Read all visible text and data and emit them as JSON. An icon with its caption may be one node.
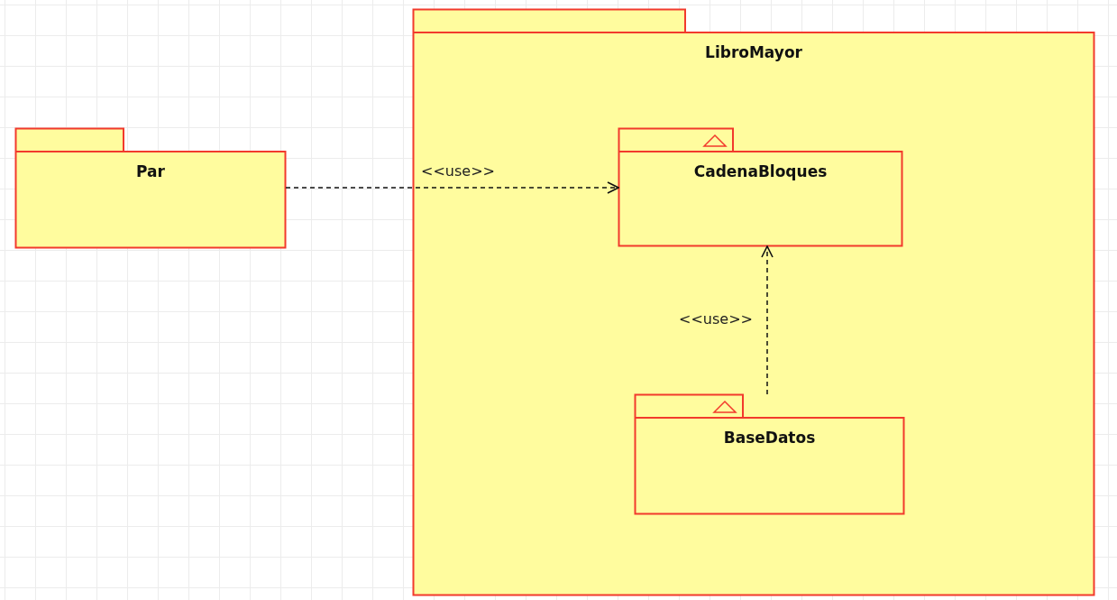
{
  "diagram": {
    "nodes": [
      {
        "text": [
          "Par"
        ]
      },
      {
        "text": [
          "LibroMayor"
        ]
      },
      {
        "text": [
          "CadenaBloques"
        ],
        "in": 1
      },
      {
        "text": [
          "BaseDatos"
        ],
        "in": 1
      }
    ],
    "edges": [
      {
        "from": 0,
        "to": 2,
        "arrow": "to",
        "label": "<<use>>",
        "style": "dashed"
      },
      {
        "from": 3,
        "to": 2,
        "arrow": "to",
        "label": "<<use>>",
        "style": "dashed"
      }
    ]
  }
}
